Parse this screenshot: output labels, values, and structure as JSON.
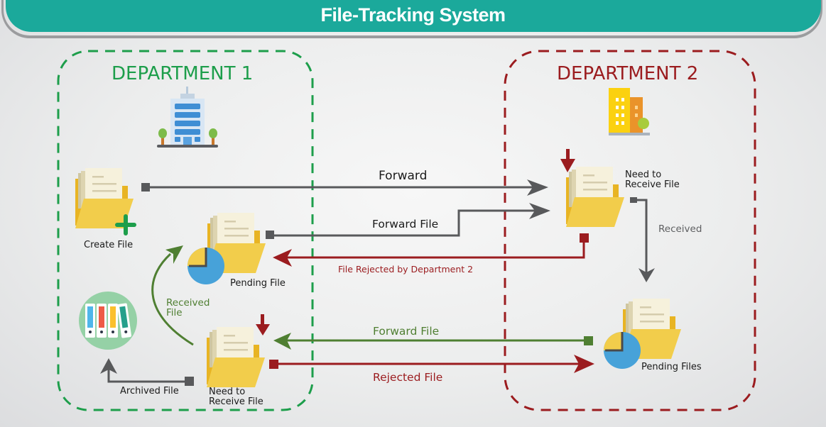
{
  "header": {
    "title": "File-Tracking System"
  },
  "colors": {
    "header_teal": "#1ba99b",
    "dept1_green": "#1d9e4b",
    "dept2_red": "#9b1c1f",
    "flow_gray": "#58595b",
    "flow_green": "#4f7f32",
    "folder_yellow": "#f2cd4b",
    "pie_blue": "#47a2d9"
  },
  "departments": [
    {
      "id": "dept1",
      "title": "DEPARTMENT 1",
      "icon": "office-building-icon"
    },
    {
      "id": "dept2",
      "title": "DEPARTMENT 2",
      "icon": "city-building-icon"
    }
  ],
  "nodes": {
    "create_file": {
      "label": "Create File",
      "icon": "folder-add-icon"
    },
    "pending_file": {
      "label": "Pending File",
      "icon": "folder-pending-icon"
    },
    "need_receive_d1": {
      "label_line1": "Need to",
      "label_line2": "Receive File",
      "icon": "folder-incoming-icon"
    },
    "archive": {
      "icon": "archive-binders-icon"
    },
    "need_receive_d2": {
      "label_line1": "Need to",
      "label_line2": "Receive File",
      "icon": "folder-incoming-icon"
    },
    "pending_files_d2": {
      "label": "Pending Files",
      "icon": "folder-pending-icon"
    }
  },
  "flows": {
    "forward": "Forward",
    "forward_file_top": "Forward File",
    "rejected_by_d2": "File Rejected by Department 2",
    "received_d2": "Received",
    "received_file_line1": "Received",
    "received_file_line2": "File",
    "forward_file_bottom": "Forward File",
    "rejected_file": "Rejected File",
    "archived_file": "Archived File"
  }
}
